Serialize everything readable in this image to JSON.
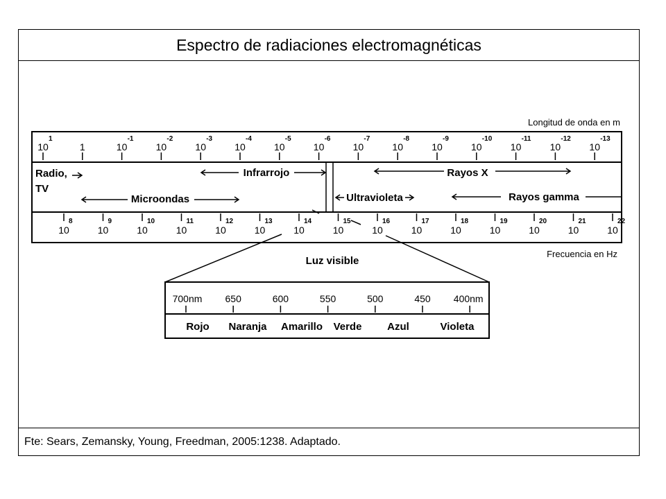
{
  "title": "Espectro de radiaciones electromagnéticas",
  "footer": "Fte: Sears, Zemansky, Young, Freedman, 2005:1238. Adaptado.",
  "wavelength_label": "Longitud de onda en m",
  "frequency_label": "Frecuencia en Hz",
  "base": "10",
  "wavelength_ticks": [
    {
      "base": "10",
      "exp": "1"
    },
    {
      "base": "1",
      "exp": ""
    },
    {
      "base": "10",
      "exp": "-1"
    },
    {
      "base": "10",
      "exp": "-2"
    },
    {
      "base": "10",
      "exp": "-3"
    },
    {
      "base": "10",
      "exp": "-4"
    },
    {
      "base": "10",
      "exp": "-5"
    },
    {
      "base": "10",
      "exp": "-6"
    },
    {
      "base": "10",
      "exp": "-7"
    },
    {
      "base": "10",
      "exp": "-8"
    },
    {
      "base": "10",
      "exp": "-9"
    },
    {
      "base": "10",
      "exp": "-10"
    },
    {
      "base": "10",
      "exp": "-11"
    },
    {
      "base": "10",
      "exp": "-12"
    },
    {
      "base": "10",
      "exp": "-13"
    }
  ],
  "frequency_ticks": [
    "8",
    "9",
    "10",
    "11",
    "12",
    "13",
    "14",
    "15",
    "16",
    "17",
    "18",
    "19",
    "20",
    "21",
    "22"
  ],
  "bands": {
    "radio_line1": "Radio,",
    "radio_line2": "TV",
    "infrarrojo": "Infrarrojo",
    "rayos_x": "Rayos X",
    "microondas": "Microondas",
    "ultravioleta": "Ultravioleta",
    "rayos_gamma": "Rayos gamma"
  },
  "visible": {
    "title": "Luz visible",
    "wavelengths": [
      "700nm",
      "650",
      "600",
      "550",
      "500",
      "450",
      "400nm"
    ],
    "colors": [
      "Rojo",
      "Naranja",
      "Amarillo",
      "Verde",
      "Azul",
      "Violeta"
    ]
  }
}
